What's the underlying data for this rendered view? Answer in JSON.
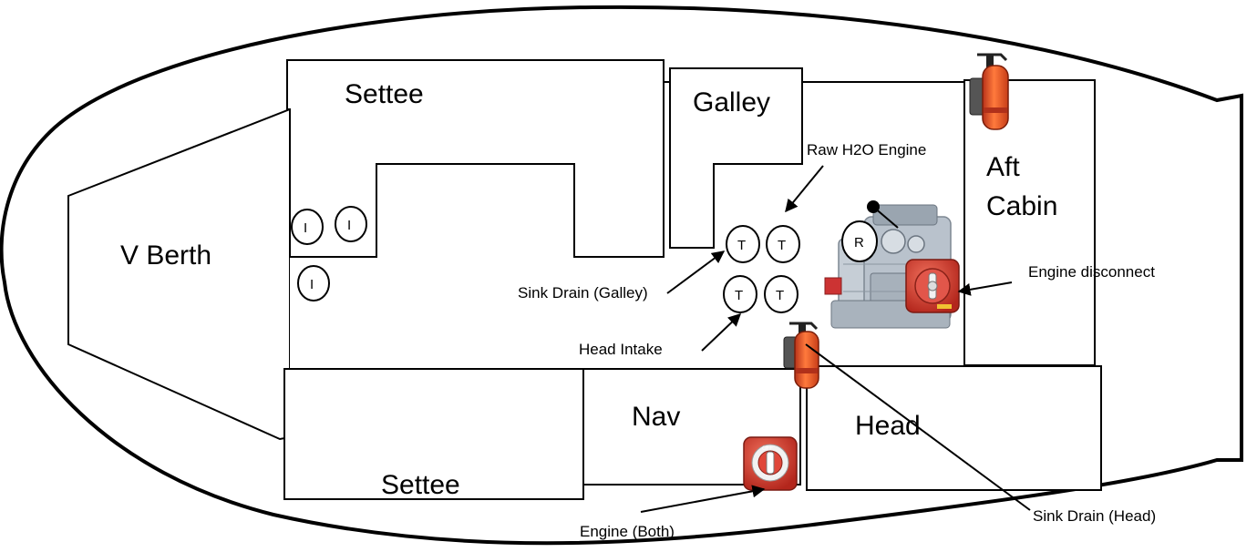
{
  "rooms": {
    "v_berth": "V Berth",
    "settee_top": "Settee",
    "settee_bottom": "Settee",
    "galley": "Galley",
    "nav": "Nav",
    "head": "Head",
    "aft_cabin_line1": "Aft",
    "aft_cabin_line2": "Cabin"
  },
  "valves": {
    "intake_1": "I",
    "intake_2": "I",
    "intake_3": "I",
    "through_1": "T",
    "through_2": "T",
    "through_3": "T",
    "through_4": "T",
    "raw": "R"
  },
  "annotations": {
    "raw_h2o_engine": "Raw H2O Engine",
    "sink_drain_galley": "Sink Drain (Galley)",
    "head_intake": "Head Intake",
    "engine_disconnect": "Engine disconnect",
    "sink_drain_head": "Sink Drain (Head)",
    "engine_both": "Engine (Both)"
  },
  "icons": {
    "fire_extinguisher": "fire-extinguisher-icon",
    "battery_switch": "battery-switch-icon",
    "engine": "engine-icon"
  },
  "colors": {
    "extinguisher": "#e8451e",
    "switch_red": "#d8392b",
    "engine_gray": "#b9c2cc"
  }
}
